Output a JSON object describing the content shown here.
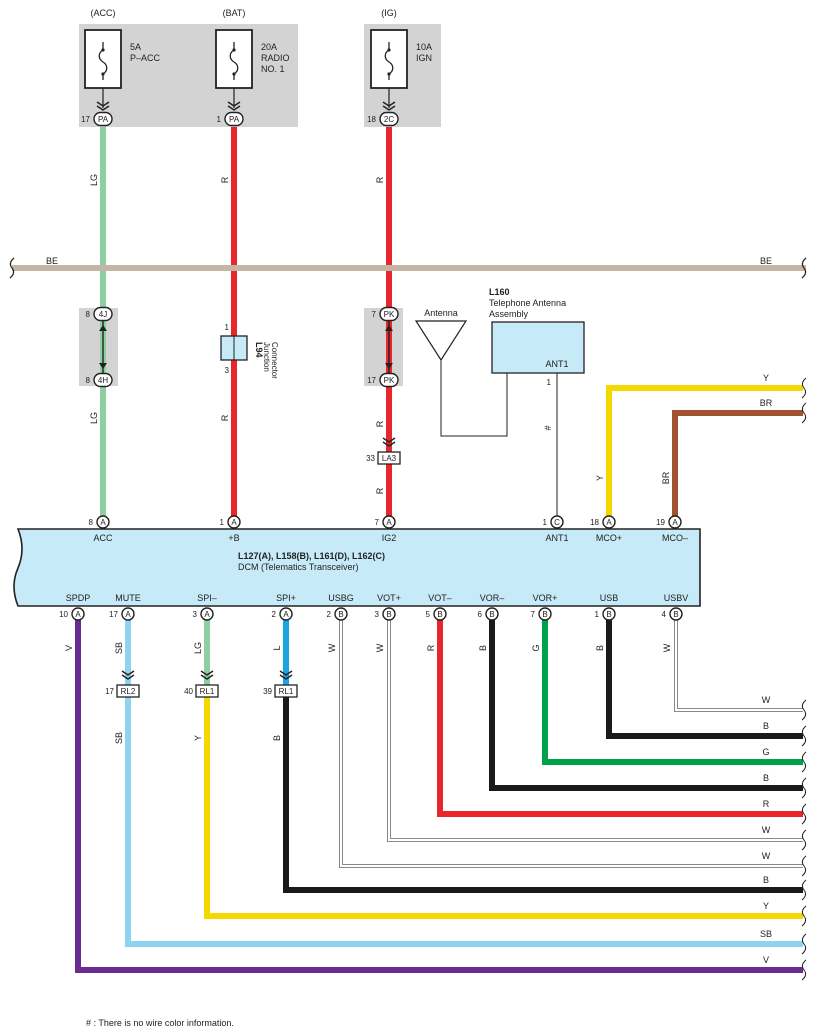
{
  "colors": {
    "LG": "#8dcfa0",
    "R": "#e8262b",
    "BE": "#c4b5a5",
    "Y": "#f7d700",
    "BR": "#a0522d",
    "V": "#6a2c91",
    "SB": "#8dd4f2",
    "L": "#1ba6e0",
    "B": "#1a1a1a",
    "G": "#00a14b",
    "W": "#9a9a9a",
    "box": "#d3d3d3",
    "module": "#c6eaf7"
  },
  "fuses": {
    "acc": {
      "source": "(ACC)",
      "amp": "5A",
      "name1": "P–ACC",
      "name2": "",
      "pin": "17",
      "conn": "PA"
    },
    "bat": {
      "source": "(BAT)",
      "amp": "20A",
      "name1": "RADIO",
      "name2": "NO. 1",
      "pin": "1",
      "conn": "PA"
    },
    "ig": {
      "source": "(IG)",
      "amp": "10A",
      "name1": "IGN",
      "name2": "",
      "pin": "18",
      "conn": "2C"
    }
  },
  "bus": {
    "left": "BE",
    "right": "BE"
  },
  "junction": {
    "j4": {
      "top_pin": "8",
      "top": "4J",
      "bot_pin": "8",
      "bot": "4H"
    },
    "jpk": {
      "top_pin": "7",
      "top": "PK",
      "bot_pin": "17",
      "bot": "PK"
    },
    "l94": {
      "code": "L94",
      "name1": "Junction",
      "name2": "Connector",
      "pin_top": "1",
      "pin_bot": "3"
    },
    "la3": {
      "pin": "33",
      "conn": "LA3"
    }
  },
  "antenna": {
    "label": "Antenna"
  },
  "l160": {
    "code": "L160",
    "name1": "Telephone Antenna",
    "name2": "Assembly",
    "terminal": "ANT1",
    "pin": "1"
  },
  "wire_labels": {
    "lg": "LG",
    "r": "R",
    "hash": "#",
    "y": "Y",
    "br": "BR",
    "v": "V",
    "sb": "SB",
    "l": "L",
    "w": "W",
    "b": "B",
    "g": "G"
  },
  "module": {
    "title": "L127(A), L158(B), L161(D), L162(C)",
    "subtitle": "DCM (Telematics Transceiver)",
    "top_terms": [
      {
        "pin": "8",
        "conn": "A",
        "label": "ACC"
      },
      {
        "pin": "1",
        "conn": "A",
        "label": "+B"
      },
      {
        "pin": "7",
        "conn": "A",
        "label": "IG2"
      },
      {
        "pin": "1",
        "conn": "C",
        "label": "ANT1"
      },
      {
        "pin": "18",
        "conn": "A",
        "label": "MCO+"
      },
      {
        "pin": "19",
        "conn": "A",
        "label": "MCO–"
      }
    ],
    "bot_terms": [
      {
        "pin": "10",
        "conn": "A",
        "label": "SPDP"
      },
      {
        "pin": "17",
        "conn": "A",
        "label": "MUTE"
      },
      {
        "pin": "3",
        "conn": "A",
        "label": "SPI–"
      },
      {
        "pin": "2",
        "conn": "A",
        "label": "SPI+"
      },
      {
        "pin": "2",
        "conn": "B",
        "label": "USBG"
      },
      {
        "pin": "3",
        "conn": "B",
        "label": "VOT+"
      },
      {
        "pin": "5",
        "conn": "B",
        "label": "VOT–"
      },
      {
        "pin": "6",
        "conn": "B",
        "label": "VOR–"
      },
      {
        "pin": "7",
        "conn": "B",
        "label": "VOR+"
      },
      {
        "pin": "1",
        "conn": "B",
        "label": "USB"
      },
      {
        "pin": "4",
        "conn": "B",
        "label": "USBV"
      }
    ]
  },
  "rl_connectors": [
    {
      "pin": "17",
      "conn": "RL2"
    },
    {
      "pin": "40",
      "conn": "RL1"
    },
    {
      "pin": "39",
      "conn": "RL1"
    }
  ],
  "right_exits": [
    "W",
    "B",
    "G",
    "B",
    "R",
    "W",
    "W",
    "B",
    "Y",
    "SB",
    "V"
  ],
  "top_exits": [
    "Y",
    "BR"
  ],
  "footnote": "# : There is no wire color information."
}
